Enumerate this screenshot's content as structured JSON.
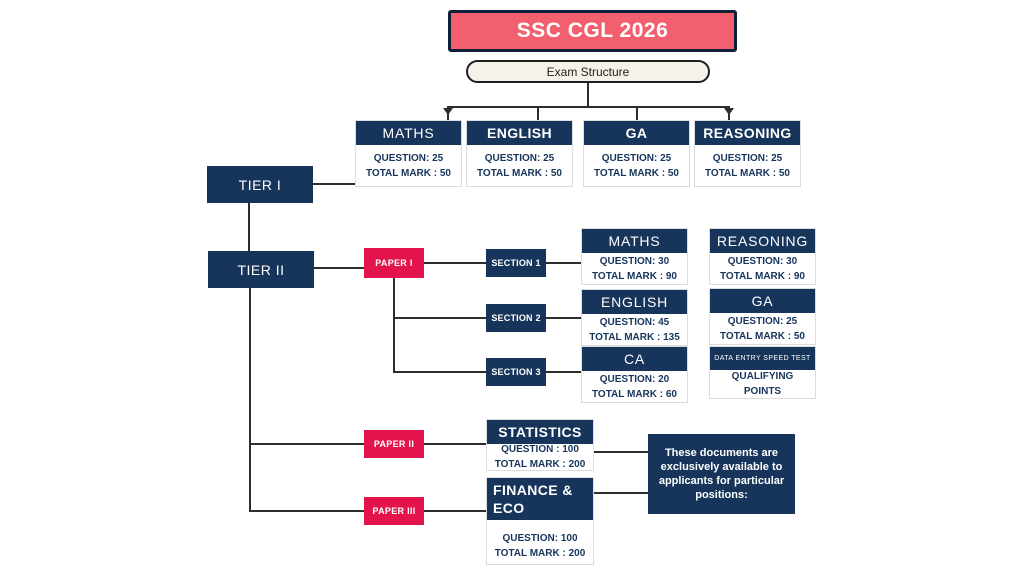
{
  "colors": {
    "navy": "#17355B",
    "banner_red": "#F25F6E",
    "paper_crimson": "#E3134C",
    "pill_cream": "#F7F2E9",
    "line": "#2d2d2d"
  },
  "header": {
    "title": "SSC CGL 2026",
    "subtitle": "Exam Structure"
  },
  "tier1": {
    "label": "TIER I",
    "cards": [
      {
        "subject": "MATHS",
        "question": "QUESTION: 25",
        "total": "TOTAL MARK : 50"
      },
      {
        "subject": "ENGLISH",
        "question": "QUESTION: 25",
        "total": "TOTAL MARK : 50"
      },
      {
        "subject": "GA",
        "question": "QUESTION: 25",
        "total": "TOTAL MARK : 50"
      },
      {
        "subject": "REASONING",
        "question": "QUESTION: 25",
        "total": "TOTAL MARK : 50"
      }
    ]
  },
  "tier2": {
    "label": "TIER II",
    "paper1": {
      "label": "PAPER I",
      "sections": [
        {
          "label": "SECTION 1",
          "cards": [
            {
              "subject": "MATHS",
              "question": "QUESTION: 30",
              "total": "TOTAL MARK : 90"
            },
            {
              "subject": "REASONING",
              "question": "QUESTION: 30",
              "total": "TOTAL MARK : 90"
            }
          ]
        },
        {
          "label": "SECTION 2",
          "cards": [
            {
              "subject": "ENGLISH",
              "question": "QUESTION: 45",
              "total": "TOTAL MARK : 135"
            },
            {
              "subject": "GA",
              "question": "QUESTION: 25",
              "total": "TOTAL MARK : 50"
            }
          ]
        },
        {
          "label": "SECTION 3",
          "cards": [
            {
              "subject": "CA",
              "question": "QUESTION: 20",
              "total": "TOTAL MARK : 60"
            },
            {
              "subject": "DATA ENTRY SPEED TEST",
              "note": "QUALIFYING POINTS"
            }
          ]
        }
      ]
    },
    "paper2": {
      "label": "PAPER II",
      "card": {
        "subject": "STATISTICS",
        "question": "QUESTION : 100",
        "total": "TOTAL MARK : 200"
      }
    },
    "paper3": {
      "label": "PAPER III",
      "card": {
        "subject": "FINANCE & ECO",
        "question": "QUESTION: 100",
        "total": "TOTAL MARK : 200"
      }
    },
    "note": "These documents are exclusively available to applicants for particular positions:"
  }
}
